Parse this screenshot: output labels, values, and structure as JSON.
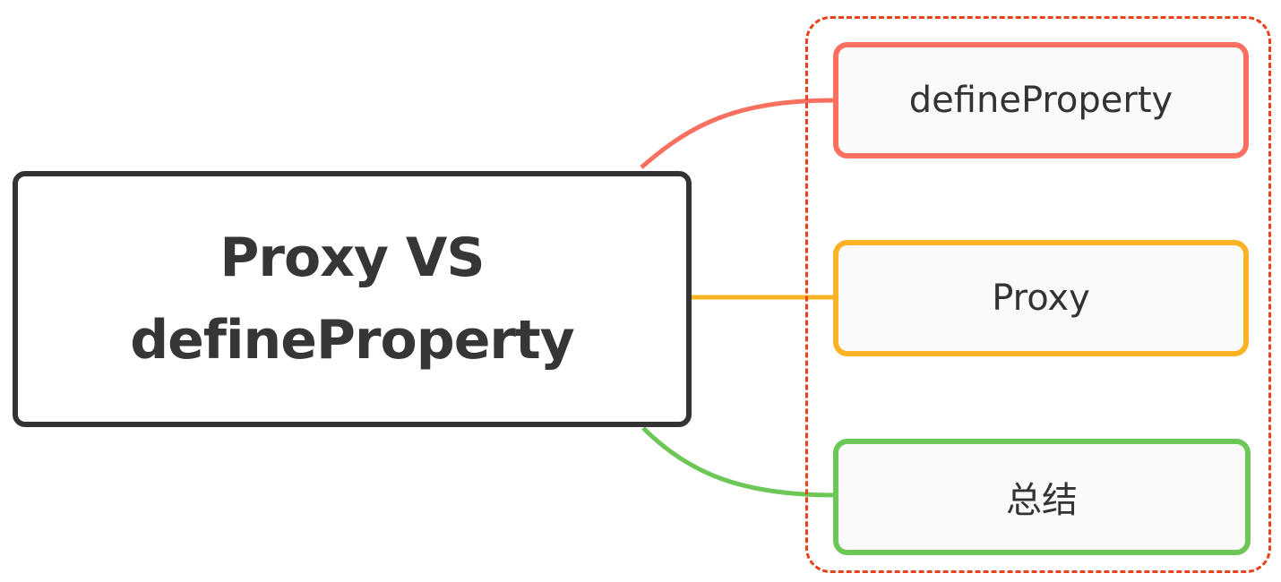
{
  "root": {
    "title_line1": "Proxy VS",
    "title_line2": "defineProperty"
  },
  "branches": [
    {
      "label": "defineProperty",
      "color": "#fa7060"
    },
    {
      "label": "Proxy",
      "color": "#fbb225"
    },
    {
      "label": "总结",
      "color": "#6cc756"
    }
  ],
  "frame_color": "#e8421b",
  "root_border_color": "#333333"
}
